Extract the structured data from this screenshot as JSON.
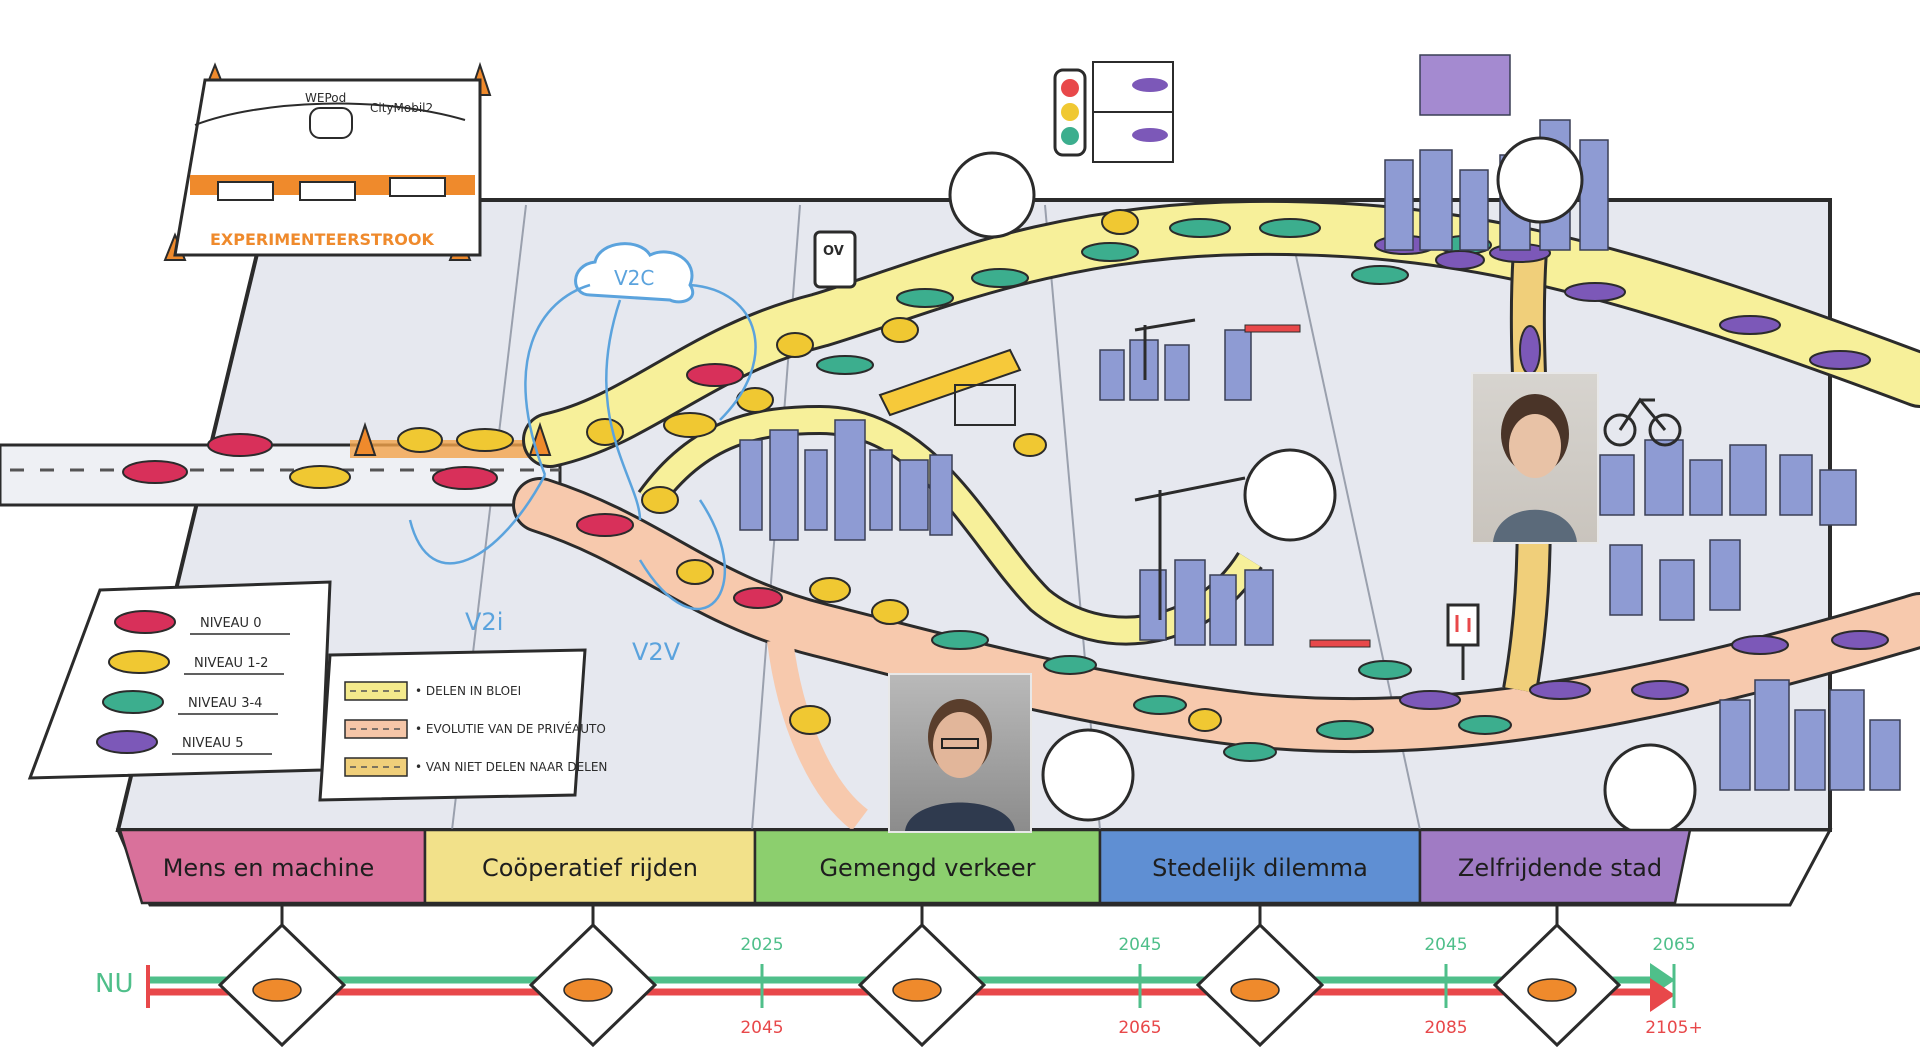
{
  "scene": {
    "sign_top_left": {
      "vehicle_labels": [
        "WEPod",
        "CityMobil2"
      ],
      "strip_label": "EXPERIMENTEERSTROOK"
    },
    "cloud_label": "V2C",
    "connection_labels": {
      "v2i": "V2i",
      "v2v": "V2V"
    },
    "tablet_label": "OV"
  },
  "legend_levels": [
    {
      "label": "NIVEAU 0",
      "color": "#d8305a"
    },
    {
      "label": "NIVEAU 1-2",
      "color": "#f0c832"
    },
    {
      "label": "NIVEAU 3-4",
      "color": "#3cae8e"
    },
    {
      "label": "NIVEAU 5",
      "color": "#7c58b8"
    }
  ],
  "legend_roads": [
    {
      "label": "DELEN IN BLOEI",
      "color": "#f4ea8c"
    },
    {
      "label": "EVOLUTIE VAN DE PRIVÉAUTO",
      "color": "#f6c6a8"
    },
    {
      "label": "VAN NIET DELEN NAAR DELEN",
      "color": "#f0cf7a"
    }
  ],
  "phases": [
    {
      "label": "Mens en machine",
      "color": "#d9719b"
    },
    {
      "label": "Coöperatief rijden",
      "color": "#f2e18a"
    },
    {
      "label": "Gemengd verkeer",
      "color": "#8ccf6e"
    },
    {
      "label": "Stedelijk dilemma",
      "color": "#5f8fd3"
    },
    {
      "label": "Zelfrijdende stad",
      "color": "#a07bc4"
    }
  ],
  "timeline": {
    "start_label": "NU",
    "top_years": [
      "2025",
      "2045",
      "2045",
      "2065"
    ],
    "bottom_years": [
      "2045",
      "2065",
      "2085",
      "2105+"
    ],
    "top_color": "#4fbf8a",
    "bottom_color": "#e8484a"
  },
  "colors": {
    "platform": "#e6e8ef",
    "road_yellow": "#f7f09a",
    "road_peach": "#f7c9ad",
    "outline": "#2b2b2b",
    "accent_orange": "#ef8a2c",
    "accent_blue": "#5ba3dd"
  }
}
